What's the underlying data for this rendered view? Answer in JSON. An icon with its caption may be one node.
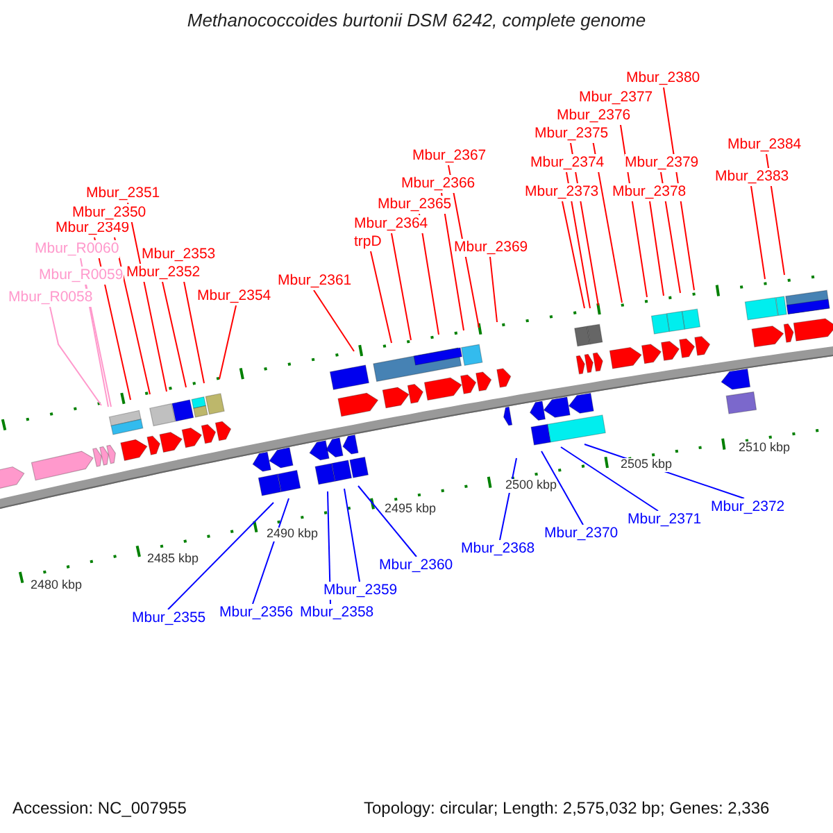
{
  "diagram": {
    "title": "Methanococcoides burtonii DSM 6242, complete genome",
    "nodes": [
      {
        "text": [
          "Mbur_R0060"
        ]
      },
      {
        "text": [
          "Mbur_R0059"
        ]
      },
      {
        "text": [
          "Mbur_R0058"
        ]
      },
      {
        "text": [
          "Mbur_2349"
        ]
      },
      {
        "text": [
          "Mbur_2350"
        ]
      },
      {
        "text": [
          "Mbur_2351"
        ]
      },
      {
        "text": [
          "Mbur_2352"
        ]
      },
      {
        "text": [
          "Mbur_2353"
        ]
      },
      {
        "text": [
          "Mbur_2354"
        ]
      },
      {
        "text": [
          "Mbur_2361"
        ]
      },
      {
        "text": [
          "trpD"
        ]
      },
      {
        "text": [
          "Mbur_2364"
        ]
      },
      {
        "text": [
          "Mbur_2365"
        ]
      },
      {
        "text": [
          "Mbur_2366"
        ]
      },
      {
        "text": [
          "Mbur_2367"
        ]
      },
      {
        "text": [
          "Mbur_2369"
        ]
      },
      {
        "text": [
          "Mbur_2373"
        ]
      },
      {
        "text": [
          "Mbur_2374"
        ]
      },
      {
        "text": [
          "Mbur_2375"
        ]
      },
      {
        "text": [
          "Mbur_2376"
        ]
      },
      {
        "text": [
          "Mbur_2377"
        ]
      },
      {
        "text": [
          "Mbur_2378"
        ]
      },
      {
        "text": [
          "Mbur_2379"
        ]
      },
      {
        "text": [
          "Mbur_2380"
        ]
      },
      {
        "text": [
          "Mbur_2383"
        ]
      },
      {
        "text": [
          "Mbur_2384"
        ]
      },
      {
        "text": [
          "Mbur_2355"
        ]
      },
      {
        "text": [
          "Mbur_2356"
        ]
      },
      {
        "text": [
          "Mbur_2358"
        ]
      },
      {
        "text": [
          "Mbur_2359"
        ]
      },
      {
        "text": [
          "Mbur_2360"
        ]
      },
      {
        "text": [
          "Mbur_2368"
        ]
      },
      {
        "text": [
          "Mbur_2370"
        ]
      },
      {
        "text": [
          "Mbur_2371"
        ]
      },
      {
        "text": [
          "Mbur_2372"
        ]
      }
    ],
    "edges": [
      {
        "from": 0,
        "to": null,
        "arrow": "none",
        "color": "#ff99cc"
      },
      {
        "from": 1,
        "to": null,
        "arrow": "none",
        "color": "#ff99cc"
      },
      {
        "from": 2,
        "to": null,
        "arrow": "none",
        "color": "#ff99cc"
      },
      {
        "from": 3,
        "to": null,
        "arrow": "none"
      },
      {
        "from": 4,
        "to": null,
        "arrow": "none"
      },
      {
        "from": 5,
        "to": null,
        "arrow": "none"
      },
      {
        "from": 6,
        "to": null,
        "arrow": "none"
      },
      {
        "from": 7,
        "to": null,
        "arrow": "none"
      },
      {
        "from": 8,
        "to": null,
        "arrow": "none"
      },
      {
        "from": 9,
        "to": null,
        "arrow": "none"
      },
      {
        "from": 10,
        "to": null,
        "arrow": "none"
      },
      {
        "from": 11,
        "to": null,
        "arrow": "none"
      },
      {
        "from": 12,
        "to": null,
        "arrow": "none"
      },
      {
        "from": 13,
        "to": null,
        "arrow": "none"
      },
      {
        "from": 14,
        "to": null,
        "arrow": "none"
      },
      {
        "from": 15,
        "to": null,
        "arrow": "none"
      },
      {
        "from": 16,
        "to": null,
        "arrow": "none"
      },
      {
        "from": 17,
        "to": null,
        "arrow": "none"
      },
      {
        "from": 18,
        "to": null,
        "arrow": "none"
      },
      {
        "from": 19,
        "to": null,
        "arrow": "none"
      },
      {
        "from": 20,
        "to": null,
        "arrow": "none"
      },
      {
        "from": 21,
        "to": null,
        "arrow": "none"
      },
      {
        "from": 22,
        "to": null,
        "arrow": "none"
      },
      {
        "from": 23,
        "to": null,
        "arrow": "none"
      },
      {
        "from": 24,
        "to": null,
        "arrow": "none"
      },
      {
        "from": 25,
        "to": null,
        "arrow": "none"
      },
      {
        "from": 26,
        "to": null,
        "arrow": "none",
        "color": "#0000ff"
      },
      {
        "from": 27,
        "to": null,
        "arrow": "none",
        "color": "#0000ff"
      },
      {
        "from": 28,
        "to": null,
        "arrow": "none",
        "color": "#0000ff"
      },
      {
        "from": 29,
        "to": null,
        "arrow": "none",
        "color": "#0000ff"
      },
      {
        "from": 30,
        "to": null,
        "arrow": "none",
        "color": "#0000ff"
      },
      {
        "from": 31,
        "to": null,
        "arrow": "none",
        "color": "#0000ff"
      },
      {
        "from": 32,
        "to": null,
        "arrow": "none",
        "color": "#0000ff"
      },
      {
        "from": 33,
        "to": null,
        "arrow": "none",
        "color": "#0000ff"
      },
      {
        "from": 34,
        "to": null,
        "arrow": "none",
        "color": "#0000ff"
      }
    ],
    "labels": [
      "2480 kbp",
      "2485 kbp",
      "2490 kbp",
      "2495 kbp",
      "2500 kbp",
      "2505 kbp",
      "2510 kbp",
      "Accession: NC_007955",
      "Topology: circular; Length: 2,575,032 bp; Genes: 2,336"
    ]
  }
}
